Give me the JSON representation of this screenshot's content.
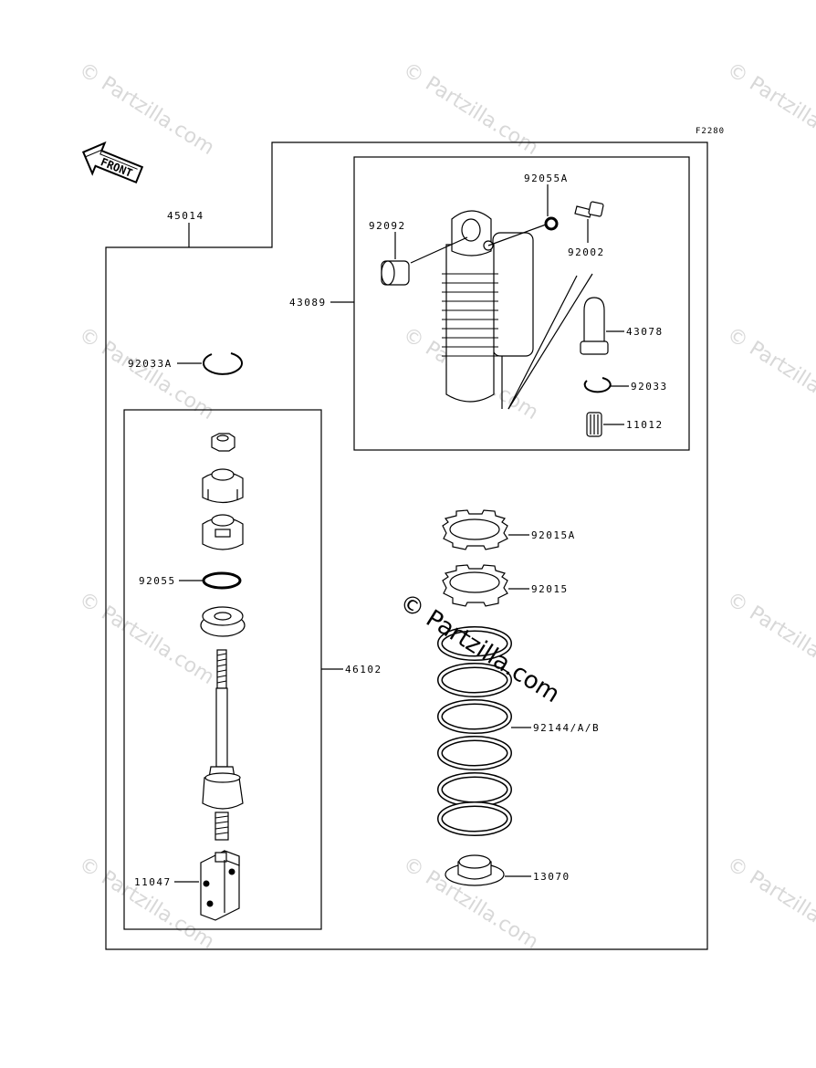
{
  "figure_code": "F2280",
  "front_label": "FRONT",
  "watermark": {
    "text": "© Partzilla.com"
  },
  "callouts": {
    "p45014": "45014",
    "p43089": "43089",
    "p92092": "92092",
    "p92055A": "92055A",
    "p92002": "92002",
    "p43078": "43078",
    "p92033": "92033",
    "p11012": "11012",
    "p92033A": "92033A",
    "p92055": "92055",
    "p46102": "46102",
    "p11047": "11047",
    "p92015A": "92015A",
    "p92015": "92015",
    "p92144": "92144/A/B",
    "p13070": "13070"
  }
}
